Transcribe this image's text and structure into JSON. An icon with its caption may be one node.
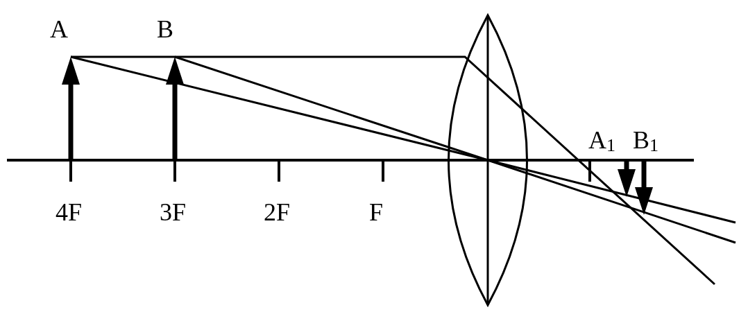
{
  "diagram": {
    "labels": [
      "A",
      "B",
      "A$_{1}$",
      "B$_{1}$",
      "4F",
      "3F",
      "2F",
      "F"
    ]
  }
}
